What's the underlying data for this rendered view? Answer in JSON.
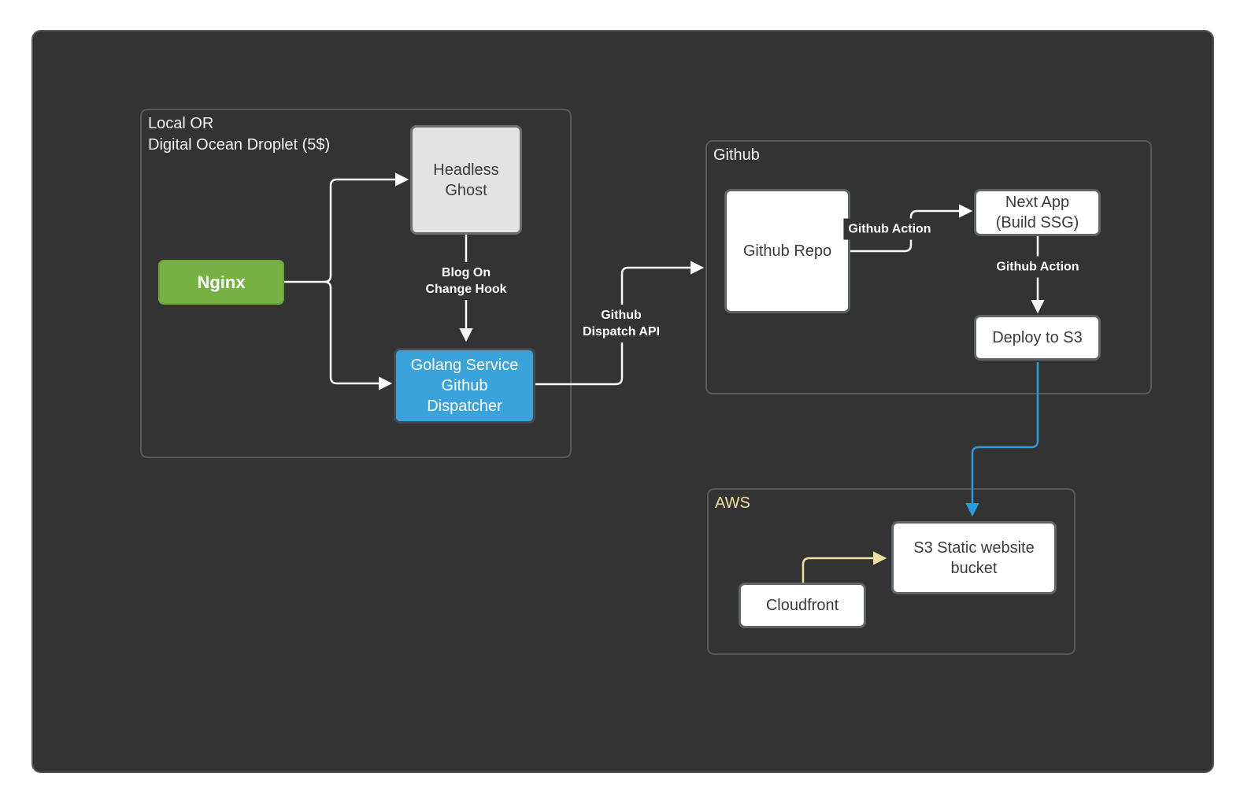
{
  "containers": {
    "local": {
      "label": "Local OR\nDigital Ocean Droplet (5$)"
    },
    "github": {
      "label": "Github"
    },
    "aws": {
      "label": "AWS"
    }
  },
  "nodes": {
    "headless_ghost": {
      "label": "Headless\nGhost"
    },
    "nginx": {
      "label": "Nginx"
    },
    "golang": {
      "label": "Golang Service\nGithub\nDispatcher"
    },
    "github_repo": {
      "label": "Github Repo"
    },
    "next_app": {
      "label": "Next App\n(Build SSG)"
    },
    "deploy_s3": {
      "label": "Deploy to S3"
    },
    "s3_bucket": {
      "label": "S3 Static website\nbucket"
    },
    "cloudfront": {
      "label": "Cloudfront"
    }
  },
  "edges": [
    {
      "from": "Nginx",
      "to": "Headless Ghost",
      "label": "",
      "color": "#FBFBFB"
    },
    {
      "from": "Nginx",
      "to": "Golang Service Github Dispatcher",
      "label": "",
      "color": "#FBFBFB"
    },
    {
      "from": "Headless Ghost",
      "to": "Golang Service Github Dispatcher",
      "label": "Blog On\nChange Hook",
      "color": "#FBFBFB"
    },
    {
      "from": "Golang Service Github Dispatcher",
      "to": "Github",
      "label": "Github\nDispatch API",
      "color": "#FBFBFB"
    },
    {
      "from": "Github Repo",
      "to": "Next App (Build SSG)",
      "label": "Github Action",
      "color": "#FBFBFB"
    },
    {
      "from": "Next App (Build SSG)",
      "to": "Deploy to S3",
      "label": "Github Action",
      "color": "#FBFBFB"
    },
    {
      "from": "Deploy to S3",
      "to": "S3 Static website bucket",
      "label": "",
      "color": "#2B9CD8"
    },
    {
      "from": "Cloudfront",
      "to": "S3 Static website bucket",
      "label": "",
      "color": "#F0E1A0"
    }
  ],
  "colors": {
    "surface": "#333333",
    "container_border": "#5A5A5A",
    "nginx_green": "#76B243",
    "golang_blue": "#3AA3DC",
    "ghost_gray": "#E3E3E3",
    "box_white": "#FFFFFF",
    "edge_white": "#FBFBFB",
    "edge_blue": "#2B9CD8",
    "edge_yellow": "#F0E1A0",
    "aws_label_text": "#F0E1A2",
    "dark_text": "#3B3B3B"
  }
}
